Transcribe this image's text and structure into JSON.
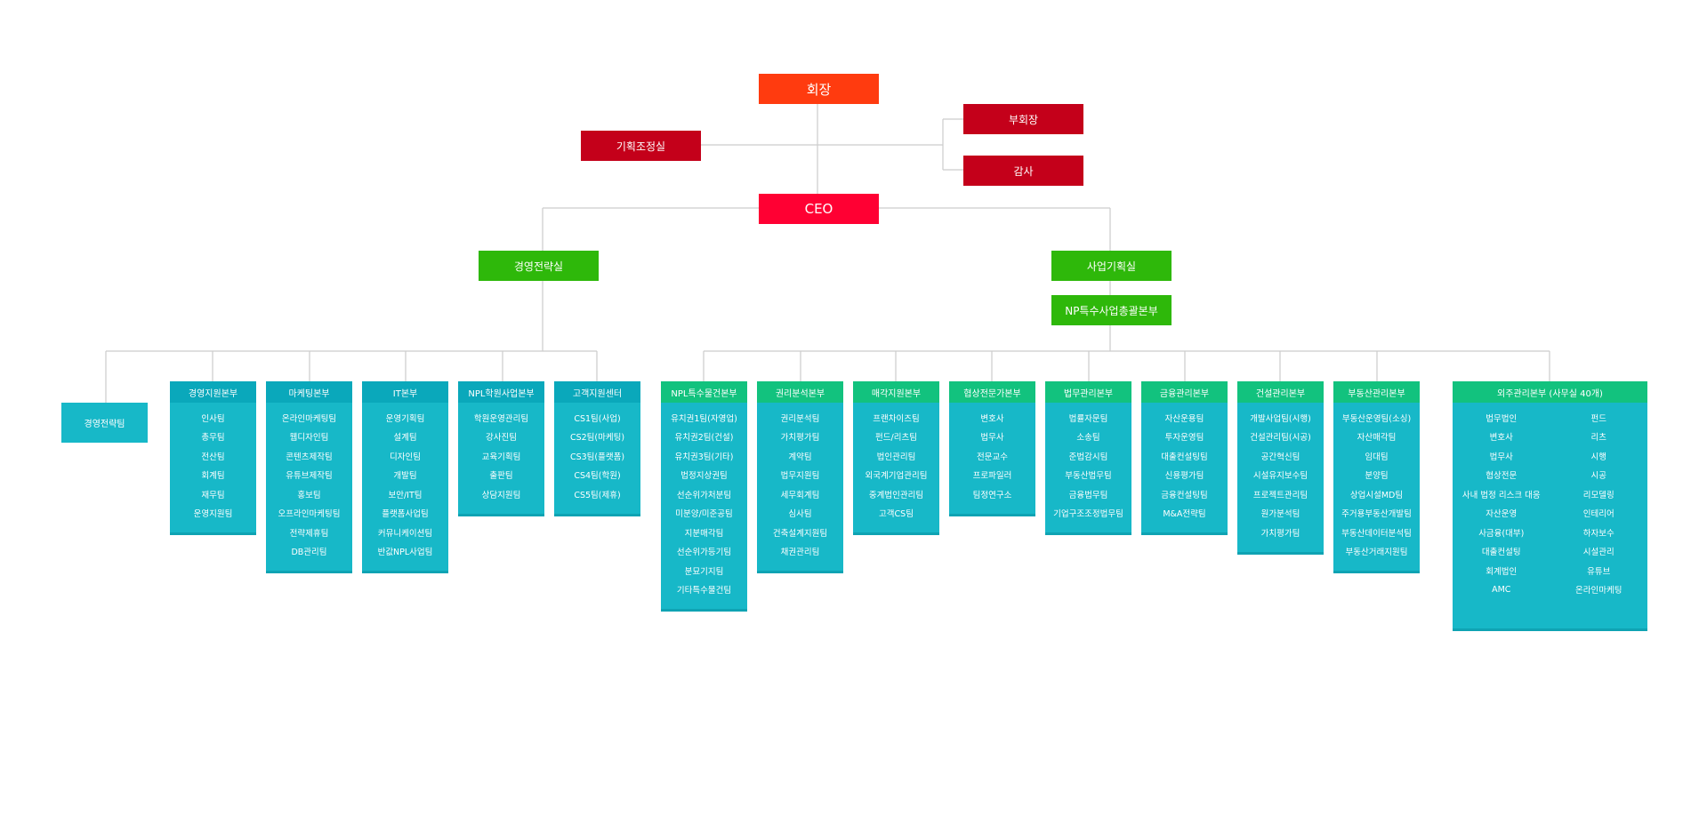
{
  "top": {
    "chairman": "회장",
    "vice_chairman": "부회장",
    "audit": "감사",
    "planning_office": "기획조정실",
    "ceo": "CEO",
    "strategy": "경영전략실",
    "business_planning": "사업기획실",
    "np_division": "NP특수사업총괄본부",
    "strategy_team": "경영전략팀"
  },
  "colors": {
    "chairman": "#ff3b0f",
    "executive": "#c4001a",
    "ceo": "#ff0033",
    "green": "#2eb80a",
    "teal_head": "#0aa8bb",
    "teal_body": "#17b8c8",
    "mint_head": "#12c27e",
    "line": "#cccccc"
  },
  "left_columns": [
    {
      "head": "경영지원본부",
      "items": [
        "인사팀",
        "총무팀",
        "전산팀",
        "회계팀",
        "재무팀",
        "운영지원팀"
      ]
    },
    {
      "head": "마케팅본부",
      "items": [
        "온라인마케팅팀",
        "웹디자인팀",
        "콘텐츠제작팀",
        "유튜브제작팀",
        "홍보팀",
        "오프라인마케팅팀",
        "전략제휴팀",
        "DB관리팀"
      ]
    },
    {
      "head": "IT본부",
      "items": [
        "운영기획팀",
        "설계팀",
        "디자인팀",
        "개발팀",
        "보안/IT팀",
        "플랫폼사업팀",
        "커뮤니케이션팀",
        "반값NPL사업팀"
      ]
    },
    {
      "head": "NPL학원사업본부",
      "items": [
        "학원운영관리팀",
        "강사진팀",
        "교육기획팀",
        "출판팀",
        "상담지원팀"
      ]
    },
    {
      "head": "고객지원센터",
      "items": [
        "CS1팀(사업)",
        "CS2팀(마케팅)",
        "CS3팀(플랫폼)",
        "CS4팀(학원)",
        "CS5팀(제휴)"
      ]
    }
  ],
  "right_columns": [
    {
      "head": "NPL특수물건본부",
      "items": [
        "유치권1팀(자영업)",
        "유치권2팀(건설)",
        "유치권3팀(기타)",
        "법정지상권팀",
        "선순위가처분팀",
        "미분양/미준공팀",
        "지분매각팀",
        "선순위가등기팀",
        "분묘기지팀",
        "기타특수물건팀"
      ]
    },
    {
      "head": "권리분석본부",
      "items": [
        "권리분석팀",
        "가치평가팀",
        "계약팀",
        "법무지원팀",
        "세무회계팀",
        "심사팀",
        "건축설계지원팀",
        "채권관리팀"
      ]
    },
    {
      "head": "매각지원본부",
      "items": [
        "프랜차이즈팀",
        "펀드/리츠팀",
        "법인관리팀",
        "외국계기업관리팀",
        "중계법인관리팀",
        "고객CS팀"
      ]
    },
    {
      "head": "협상전문가본부",
      "items": [
        "변호사",
        "법무사",
        "전문교수",
        "프로파일러",
        "팀정연구소"
      ]
    },
    {
      "head": "법무관리본부",
      "items": [
        "법률자문팀",
        "소송팀",
        "준법감시팀",
        "부동산법무팀",
        "금융법무팀",
        "기업구조조정법무팀"
      ]
    },
    {
      "head": "금융관리본부",
      "items": [
        "자산운용팀",
        "투자운영팀",
        "대출컨설팅팀",
        "신용평가팀",
        "금융컨설팅팀",
        "M&A전략팀"
      ]
    },
    {
      "head": "건설관리본부",
      "items": [
        "개발사업팀(시행)",
        "건설관리팀(시공)",
        "공간혁신팀",
        "시설유지보수팀",
        "프로젝트관리팀",
        "원가분석팀",
        "가치평가팀"
      ]
    },
    {
      "head": "부동산관리본부",
      "items": [
        "부동산운영팀(소싱)",
        "자산매각팀",
        "임대팀",
        "분양팀",
        "상업시설MD팀",
        "주거용부동산개발팀",
        "부동산데이터분석팀",
        "부동산거래지원팀"
      ]
    }
  ],
  "outsourcing": {
    "head": "외주관리본부 (사무실 40개)",
    "left_items": [
      "법무법인",
      "변호사",
      "법무사",
      "협상전문",
      "사내 법정 리스크 대응",
      "자산운영",
      "사금융(대부)",
      "대출컨설팅",
      "회계법인",
      "AMC"
    ],
    "right_items": [
      "펀드",
      "리츠",
      "시행",
      "시공",
      "리모델링",
      "인테리어",
      "하자보수",
      "시설관리",
      "유튜브",
      "온라인마케팅"
    ]
  }
}
